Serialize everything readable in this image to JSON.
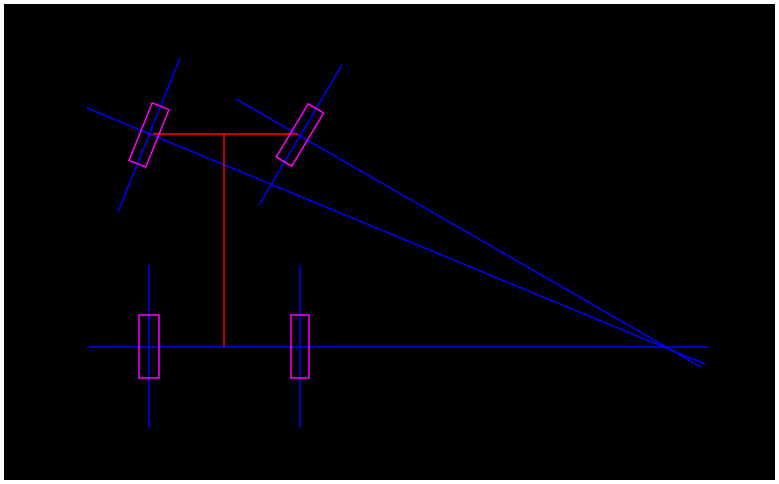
{
  "diagram": {
    "type": "ackermann-steering-geometry",
    "colors": {
      "background": "#000000",
      "frame": "#ffffff",
      "construction_line": "#0000ff",
      "chassis": "#ff0000",
      "wheel": "#ff00ff"
    },
    "wheels": [
      {
        "name": "front-left-wheel",
        "role": "steered"
      },
      {
        "name": "front-right-wheel",
        "role": "steered"
      },
      {
        "name": "rear-left-wheel",
        "role": "fixed"
      },
      {
        "name": "rear-right-wheel",
        "role": "fixed"
      }
    ],
    "labels": []
  }
}
